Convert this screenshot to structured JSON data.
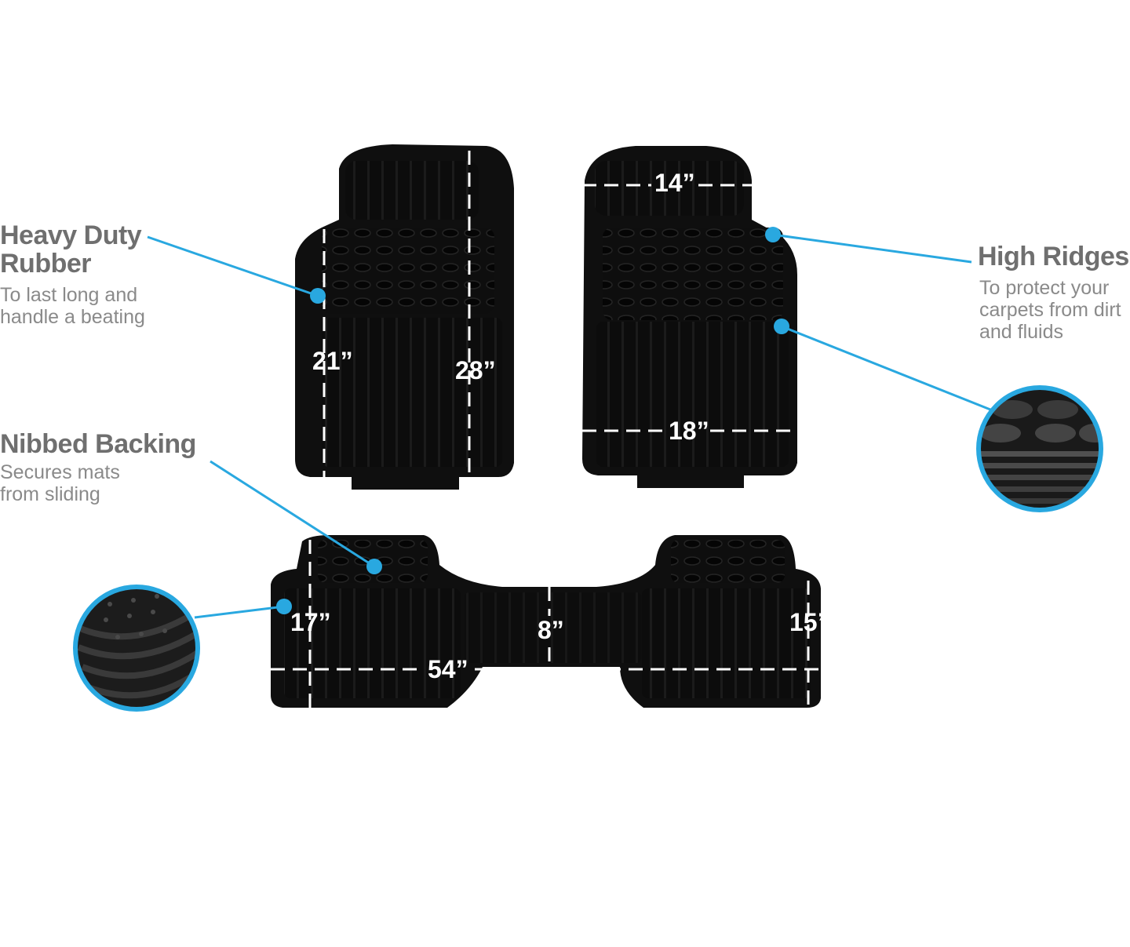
{
  "callouts": {
    "heavy_duty": {
      "title": "Heavy Duty\nRubber",
      "subtitle": "To last long and\nhandle a beating"
    },
    "nibbed": {
      "title": "Nibbed Backing",
      "subtitle": "Secures mats\nfrom sliding"
    },
    "high_ridges": {
      "title": "High Ridges",
      "subtitle": "To protect your\ncarpets from dirt\nand fluids"
    }
  },
  "dimensions": {
    "front_left_short": "21”",
    "front_left_long": "28”",
    "front_right_top": "14”",
    "front_right_bottom": "18”",
    "rear_side": "17”",
    "rear_center": "8”",
    "rear_width": "54”",
    "rear_right": "15”"
  },
  "colors": {
    "accent": "#29a8e0",
    "mat": "#0d0d0d",
    "text": "#6f6f6f"
  }
}
